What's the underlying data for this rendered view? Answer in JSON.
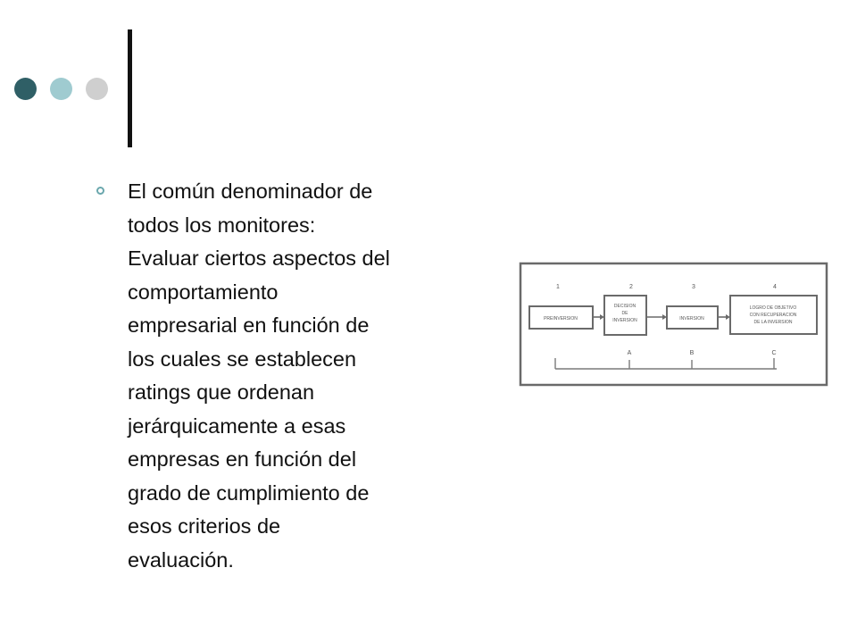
{
  "decor": {
    "dot_colors": [
      "#2f5f66",
      "#9fcbd0",
      "#cfcfcf"
    ],
    "bullet_color": "#6aa7ad"
  },
  "body": {
    "lines": [
      "El común denominador de",
      "todos los monitores:",
      "Evaluar ciertos aspectos del",
      "comportamiento",
      "empresarial en función de",
      "los cuales se establecen",
      "ratings que ordenan",
      "jerárquicamente a esas",
      "empresas en función del",
      "grado de cumplimiento de",
      "esos criterios de",
      "evaluación."
    ]
  },
  "figure": {
    "steps": [
      {
        "number": "1",
        "lines": [
          "PREINVERSION"
        ]
      },
      {
        "number": "2",
        "lines": [
          "DECISION",
          "DE",
          "INVERSION"
        ]
      },
      {
        "number": "3",
        "lines": [
          "INVERSION"
        ]
      },
      {
        "number": "4",
        "lines": [
          "LOGRO DE OBJETIVO",
          "CON RECUPERACION",
          "DE LA INVERSION"
        ]
      }
    ],
    "markers": [
      "A",
      "B",
      "C"
    ]
  }
}
